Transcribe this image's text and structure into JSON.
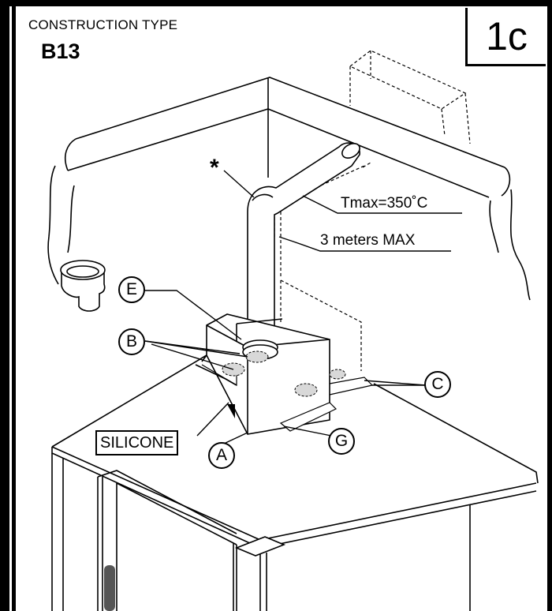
{
  "header": {
    "construction_type_label": "CONSTRUCTION TYPE",
    "construction_code": "B13",
    "step_badge": "1c"
  },
  "callouts": {
    "asterisk": "*",
    "tmax": "Tmax=350˚C",
    "max_length": "3 meters MAX",
    "silicone": "SILICONE",
    "part_a": "A",
    "part_b": "B",
    "part_c": "C",
    "part_e": "E",
    "part_g": "G"
  }
}
